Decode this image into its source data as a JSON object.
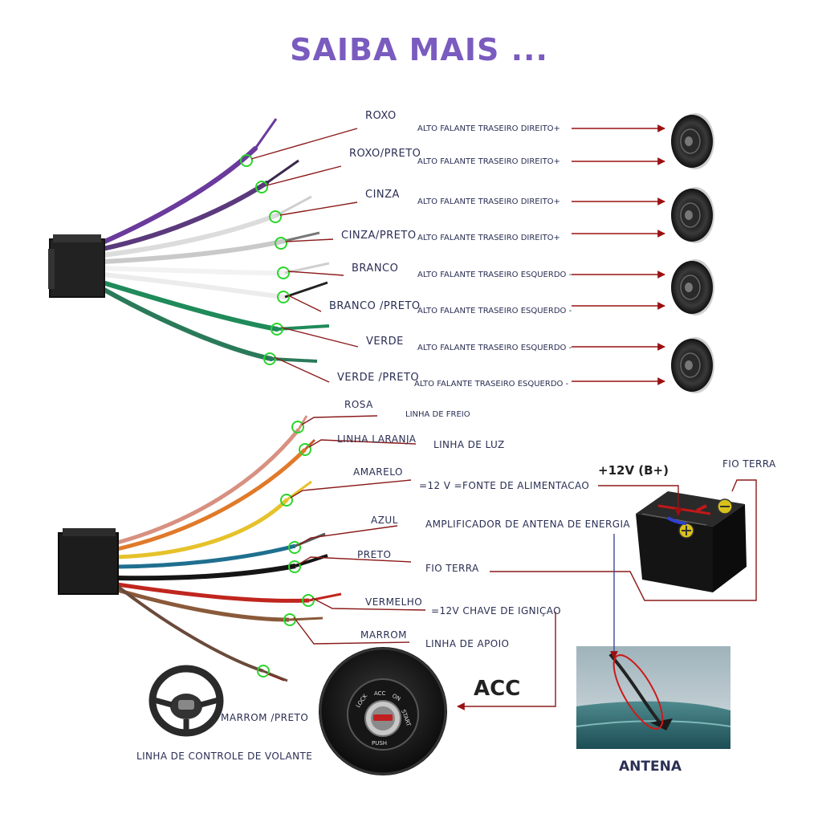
{
  "title": "SAIBA MAIS ...",
  "speaker_wires": [
    {
      "label": "ROXO",
      "desc": "ALTO FALANTE TRASEIRO DIREITO+",
      "color": "#6a3a9c"
    },
    {
      "label": "ROXO/PRETO",
      "desc": "ALTO FALANTE TRASEIRO DIREITO+",
      "color": "#5a3a7c"
    },
    {
      "label": "CINZA",
      "desc": "ALTO FALANTE TRASEIRO DIREITO+",
      "color": "#d8d8d8"
    },
    {
      "label": "CINZA/PRETO",
      "desc": "ALTO FALANTE TRASEIRO DIREITO+",
      "color": "#c8c8c8"
    },
    {
      "label": "BRANCO",
      "desc": "ALTO FALANTE TRASEIRO ESQUERDO -",
      "color": "#f4f4f4"
    },
    {
      "label": "BRANCO /PRETO",
      "desc": "ALTO FALANTE TRASEIRO ESQUERDO -",
      "color": "#eeeeee"
    },
    {
      "label": "VERDE",
      "desc": "ALTO FALANTE TRASEIRO ESQUERDO -",
      "color": "#1f8a5a"
    },
    {
      "label": "VERDE /PRETO",
      "desc": "ALTO FALANTE TRASEIRO ESQUERDO -",
      "color": "#2a7a5a"
    }
  ],
  "power_wires": [
    {
      "label": "ROSA",
      "desc": "LINHA DE FREIO",
      "color": "#d89080"
    },
    {
      "label": "LINHA LARANJA",
      "desc": "LINHA DE LUZ",
      "color": "#e07a2a"
    },
    {
      "label": "AMARELO",
      "desc": "=12 V =FONTE DE ALIMENTACAO",
      "color": "#e6c22a"
    },
    {
      "label": "AZUL",
      "desc": "AMPLIFICADOR DE ANTENA DE ENERGIA",
      "color": "#1f6f8f"
    },
    {
      "label": "PRETO",
      "desc": "FIO TERRA",
      "color": "#151515"
    },
    {
      "label": "VERMELHO",
      "desc": "=12V CHAVE DE IGNIÇAO",
      "color": "#c0261e"
    },
    {
      "label": "MARROM",
      "desc": "LINHA DE APOIO",
      "color": "#8a5a3a"
    },
    {
      "label": "MARROM  /PRETO",
      "desc": "LINHA DE CONTROLE DE VOLANTE",
      "color": "#6a4a3a"
    }
  ],
  "battery_label": "+12V  (B+)",
  "ground_label": "FIO TERRA",
  "acc_label": "ACC",
  "antenna_label": "ANTENA",
  "ignition_text": {
    "lock": "LOCK",
    "acc": "ACC",
    "on": "ON",
    "start": "START",
    "push": "PUSH"
  }
}
